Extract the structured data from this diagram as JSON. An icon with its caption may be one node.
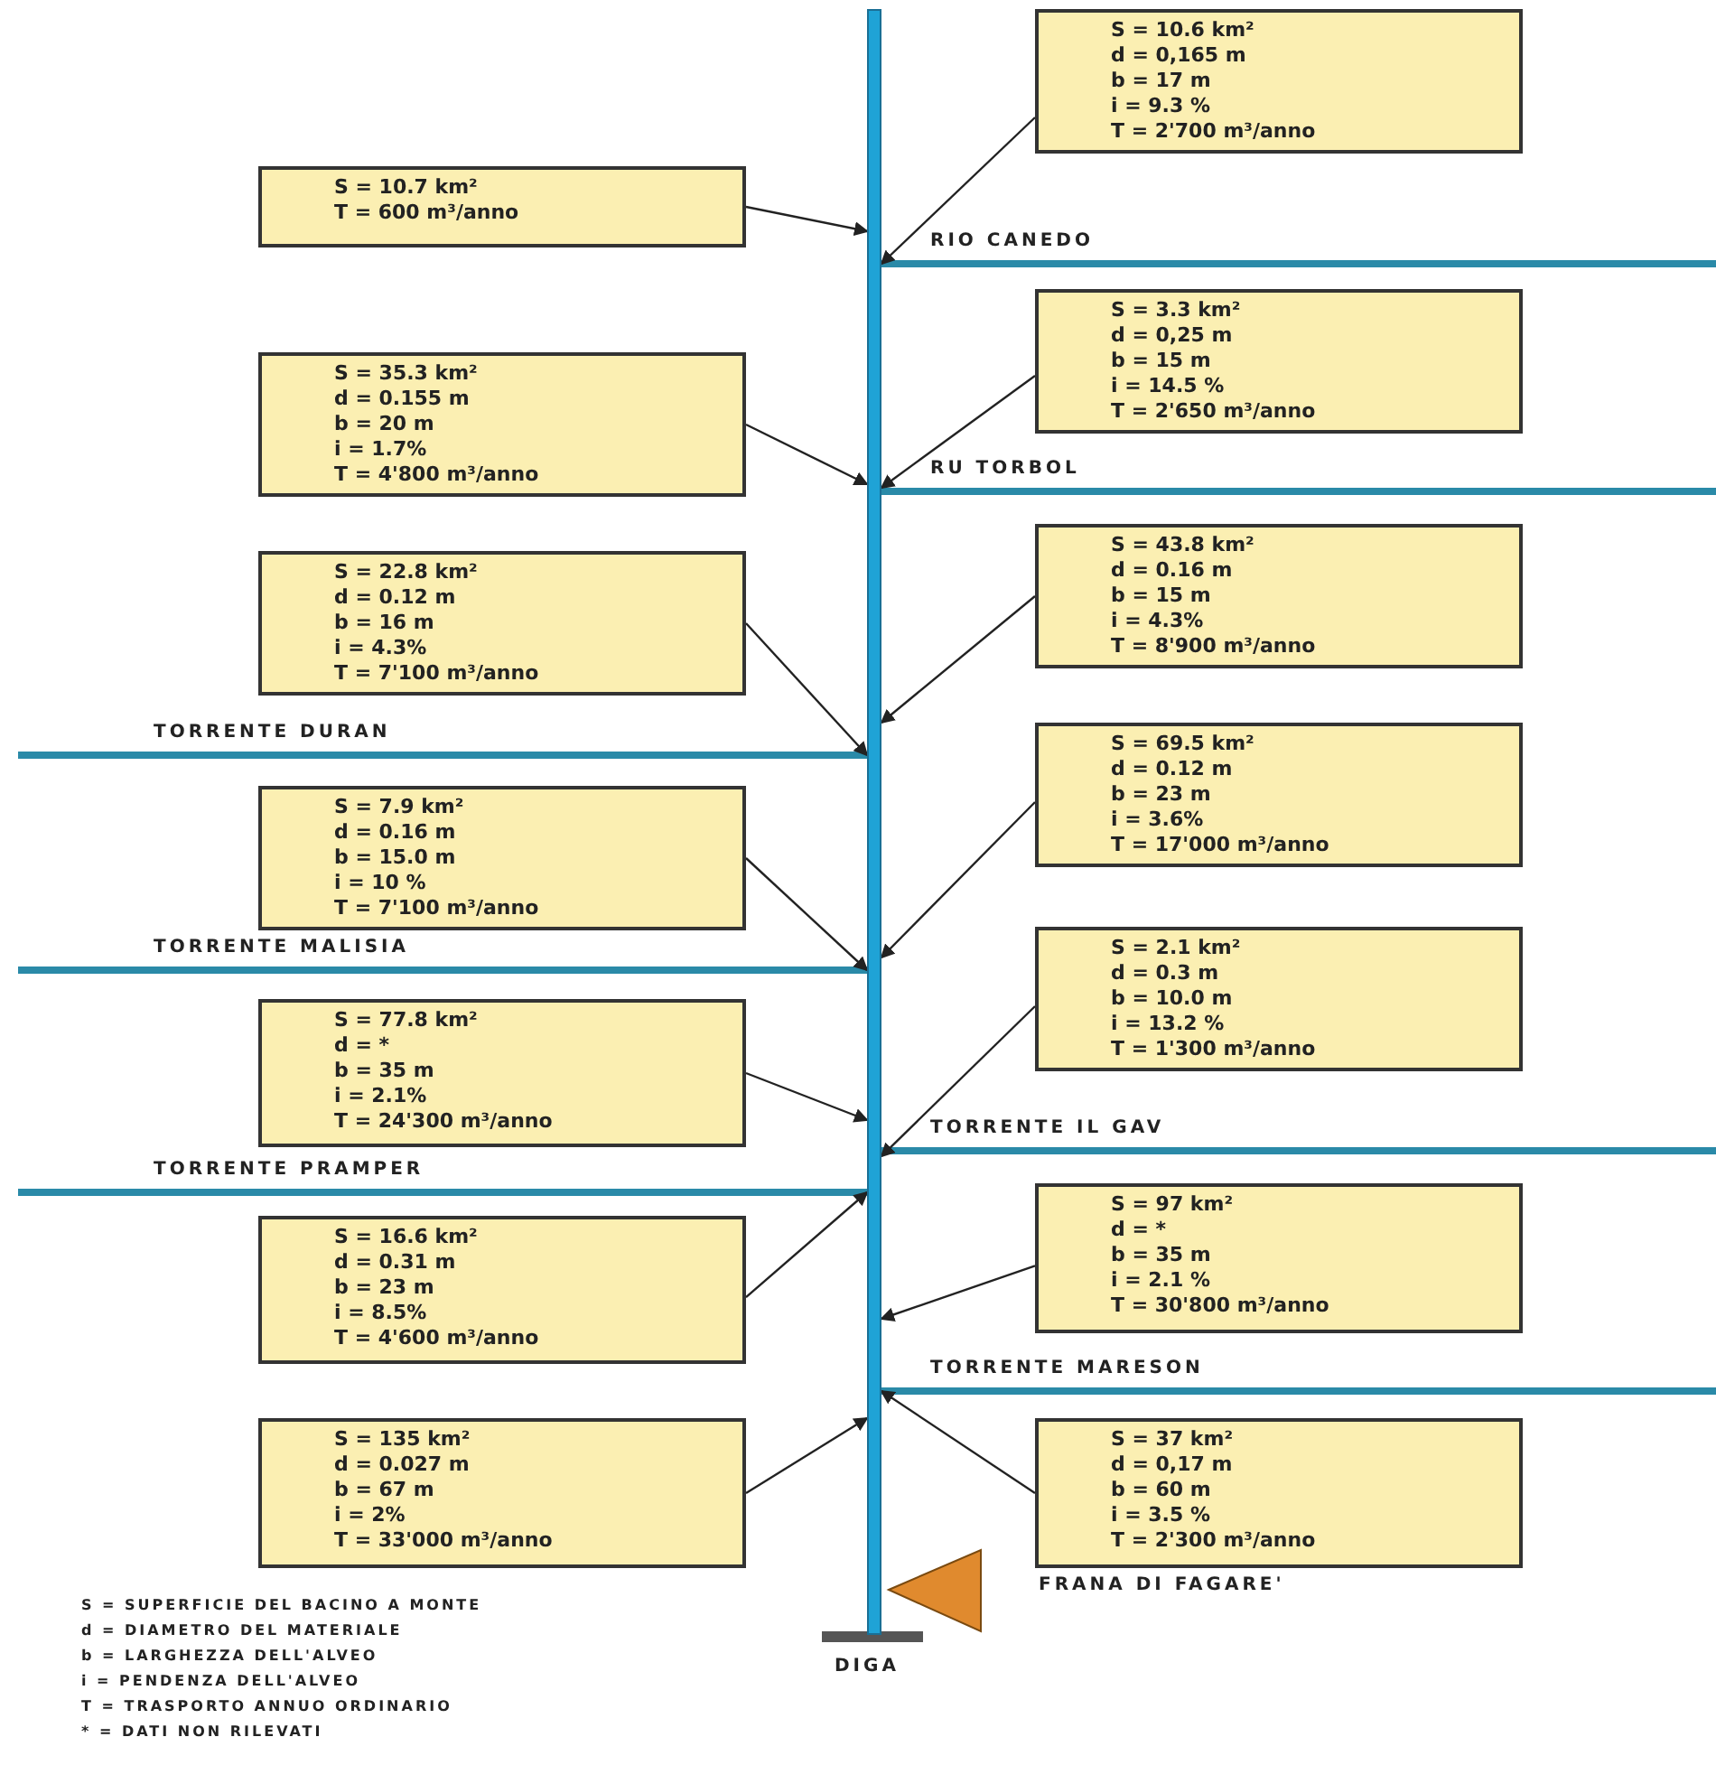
{
  "diagram": {
    "nodes": [
      {
        "text": [
          "S = 10.6 km²",
          "d = 0,165 m",
          "b = 17 m",
          "i = 9.3 %",
          "T = 2'700 m³/anno"
        ]
      },
      {
        "text": [
          "S = 10.7 km²",
          "T = 600 m³/anno"
        ]
      },
      {
        "text": [
          "S = 3.3 km²",
          "d = 0,25 m",
          "b = 15 m",
          "i = 14.5 %",
          "T = 2'650 m³/anno"
        ]
      },
      {
        "text": [
          "S = 35.3 km²",
          "d = 0.155 m",
          "b = 20 m",
          "i = 1.7%",
          "T = 4'800 m³/anno"
        ]
      },
      {
        "text": [
          "S = 43.8 km²",
          "d = 0.16 m",
          "b = 15 m",
          "i = 4.3%",
          "T = 8'900 m³/anno"
        ]
      },
      {
        "text": [
          "S = 22.8 km²",
          "d = 0.12 m",
          "b = 16 m",
          "i = 4.3%",
          "T = 7'100 m³/anno"
        ]
      },
      {
        "text": [
          "S = 69.5 km²",
          "d = 0.12 m",
          "b = 23 m",
          "i = 3.6%",
          "T = 17'000 m³/anno"
        ]
      },
      {
        "text": [
          "S = 7.9 km²",
          "d = 0.16 m",
          "b = 15.0 m",
          "i = 10 %",
          "T = 7'100 m³/anno"
        ]
      },
      {
        "text": [
          "S = 2.1 km²",
          "d = 0.3 m",
          "b = 10.0 m",
          "i = 13.2 %",
          "T = 1'300 m³/anno"
        ]
      },
      {
        "text": [
          "S = 77.8 km²",
          "d = *",
          "b = 35 m",
          "i = 2.1%",
          "T = 24'300 m³/anno"
        ]
      },
      {
        "text": [
          "S = 97 km²",
          "d = *",
          "b = 35 m",
          "i = 2.1 %",
          "T = 30'800 m³/anno"
        ]
      },
      {
        "text": [
          "S = 16.6 km²",
          "d = 0.31 m",
          "b = 23 m",
          "i = 8.5%",
          "T = 4'600 m³/anno"
        ]
      },
      {
        "text": [
          "S = 37 km²",
          "d = 0,17 m",
          "b = 60 m",
          "i = 3.5 %",
          "T = 2'300 m³/anno"
        ]
      },
      {
        "text": [
          "S = 135 km²",
          "d = 0.027 m",
          "b = 67 m",
          "i = 2%",
          "T = 33'000 m³/anno"
        ]
      },
      {
        "text": [],
        "shape": "bar"
      }
    ],
    "edges": [
      {
        "from": 0,
        "to": 14,
        "arrow": "to"
      },
      {
        "from": 1,
        "to": 14,
        "arrow": "to"
      },
      {
        "from": 2,
        "to": 14,
        "arrow": "to"
      },
      {
        "from": 3,
        "to": 14,
        "arrow": "to"
      },
      {
        "from": 4,
        "to": 14,
        "arrow": "to"
      },
      {
        "from": 5,
        "to": 14,
        "arrow": "to"
      },
      {
        "from": 6,
        "to": 14,
        "arrow": "to"
      },
      {
        "from": 7,
        "to": 14,
        "arrow": "to"
      },
      {
        "from": 8,
        "to": 14,
        "arrow": "to"
      },
      {
        "from": 9,
        "to": 14,
        "arrow": "to"
      },
      {
        "from": 10,
        "to": 14,
        "arrow": "to"
      },
      {
        "from": 11,
        "to": 14,
        "arrow": "to"
      },
      {
        "from": 12,
        "to": 14,
        "arrow": "to"
      },
      {
        "from": 13,
        "to": 14,
        "arrow": "to"
      }
    ],
    "labels": [
      "RIO CANEDO",
      "RU TORBOL",
      "TORRENTE DURAN",
      "TORRENTE MALISIA",
      "TORRENTE IL GAV",
      "TORRENTE PRAMPER",
      "TORRENTE MARESON",
      "S = SUPERFICIE DEL BACINO A MONTE",
      "FRANA DI FAGARE'",
      "d = DIAMETRO DEL MATERIALE",
      "b = LARGHEZZA DELL'ALVEO",
      "i = PENDENZA DELL'ALVEO",
      "T = TRASPORTO ANNUO ORDINARIO",
      "DIGA",
      "* = DATI NON RILEVATI"
    ]
  }
}
